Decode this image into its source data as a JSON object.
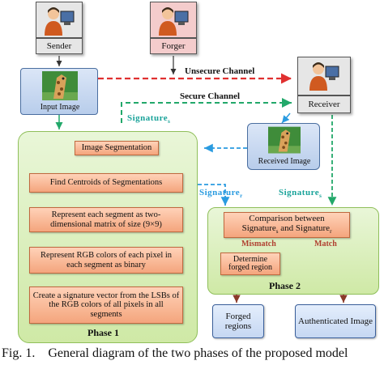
{
  "actors": {
    "sender": "Sender",
    "forger": "Forger",
    "receiver": "Receiver"
  },
  "images": {
    "input": "Input Image",
    "received": "Received Image"
  },
  "channels": {
    "unsecure": "Unsecure Channel",
    "secure": "Secure Channel"
  },
  "signature": {
    "base": "Signature",
    "sub_s": "s",
    "sub_r": "r"
  },
  "phase1": {
    "title": "Phase 1",
    "steps": [
      "Image Segmentation",
      "Find Centroids of Segmentations",
      "Represent each segment as two-dimensional matrix of size (9×9)",
      "Represent RGB colors of each pixel in each segment as binary",
      "Create a signature vector from the LSBs of the RGB colors of all pixels in all segments"
    ]
  },
  "phase2": {
    "title": "Phase 2",
    "comparison": "Comparison between",
    "and_word": "and",
    "mismatch": "Mismatch",
    "match": "Match",
    "determine": "Determine forged region"
  },
  "outputs": {
    "forged": "Forged regions",
    "authenticated": "Authenticated Image"
  },
  "caption": "Fig. 1.    General diagram of the two phases of the proposed model",
  "colors": {
    "sender_bg": "#e6e6e6",
    "forger_bg": "#f4cccc",
    "unsecure": "#e03030",
    "secure": "#22a86a",
    "blue_arrow": "#2a9be0",
    "signature_text": "#1aa39a"
  }
}
